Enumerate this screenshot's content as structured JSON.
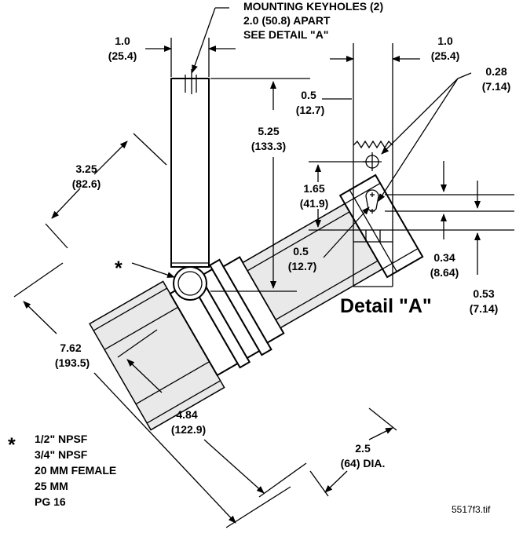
{
  "header": {
    "keyholes_line1": "MOUNTING KEYHOLES (2)",
    "keyholes_line2": "2.0 (50.8) APART",
    "keyholes_line3": "SEE DETAIL \"A\""
  },
  "dimensions": {
    "bracket_width": {
      "in": "1.0",
      "mm": "(25.4)"
    },
    "detail_width": {
      "in": "1.0",
      "mm": "(25.4)"
    },
    "keyhole_dia": {
      "in": "0.28",
      "mm": "(7.14)"
    },
    "top_offset": {
      "in": "0.5",
      "mm": "(12.7)"
    },
    "bracket_height": {
      "in": "5.25",
      "mm": "(133.3)"
    },
    "nut_width": {
      "in": "3.25",
      "mm": "(82.6)"
    },
    "keyhole_spacing": {
      "in": "1.65",
      "mm": "(41.9)"
    },
    "lower_offset": {
      "in": "0.5",
      "mm": "(12.7)"
    },
    "slot_length": {
      "in": "0.34",
      "mm": "(8.64)"
    },
    "bottom_offset": {
      "in": "0.53",
      "mm": "(7.14)"
    },
    "overall_length": {
      "in": "7.62",
      "mm": "(193.5)"
    },
    "body_length": {
      "in": "4.84",
      "mm": "(122.9)"
    },
    "diameter": {
      "in": "2.5",
      "mm": "(64) DIA."
    }
  },
  "detail_title": "Detail \"A\"",
  "asterisk": "*",
  "notes": [
    "1/2\" NPSF",
    "3/4\" NPSF",
    "20 MM FEMALE",
    "25 MM",
    "PG 16"
  ],
  "file_name": "5517f3.tif"
}
